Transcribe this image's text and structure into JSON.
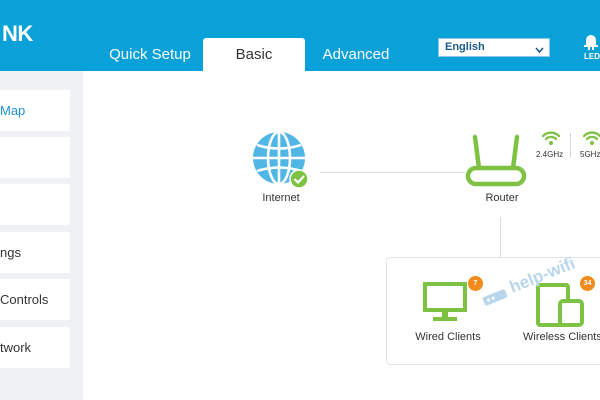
{
  "header": {
    "logo": "NK",
    "tabs": [
      {
        "label": "Quick Setup"
      },
      {
        "label": "Basic"
      },
      {
        "label": "Advanced"
      }
    ],
    "language": "English",
    "led_label": "LED"
  },
  "sidebar": {
    "items": [
      {
        "label": "Map"
      },
      {
        "label": ""
      },
      {
        "label": ""
      },
      {
        "label": "ngs"
      },
      {
        "label": "Controls"
      },
      {
        "label": "twork"
      }
    ]
  },
  "map": {
    "internet_label": "Internet",
    "router_label": "Router",
    "band_24": "2.4GHz",
    "band_5": "5GHz",
    "wired_label": "Wired Clients",
    "wired_count": "7",
    "wireless_label": "Wireless Clients",
    "wireless_count": "34"
  },
  "watermark": "help-wifi",
  "colors": {
    "header": "#0aa0d8",
    "accent_green": "#7dc242",
    "badge_orange": "#f28a1c",
    "globe_blue": "#4fb6e5",
    "sidebar_bg": "#eff1f5",
    "active_link": "#1d8fd0"
  }
}
